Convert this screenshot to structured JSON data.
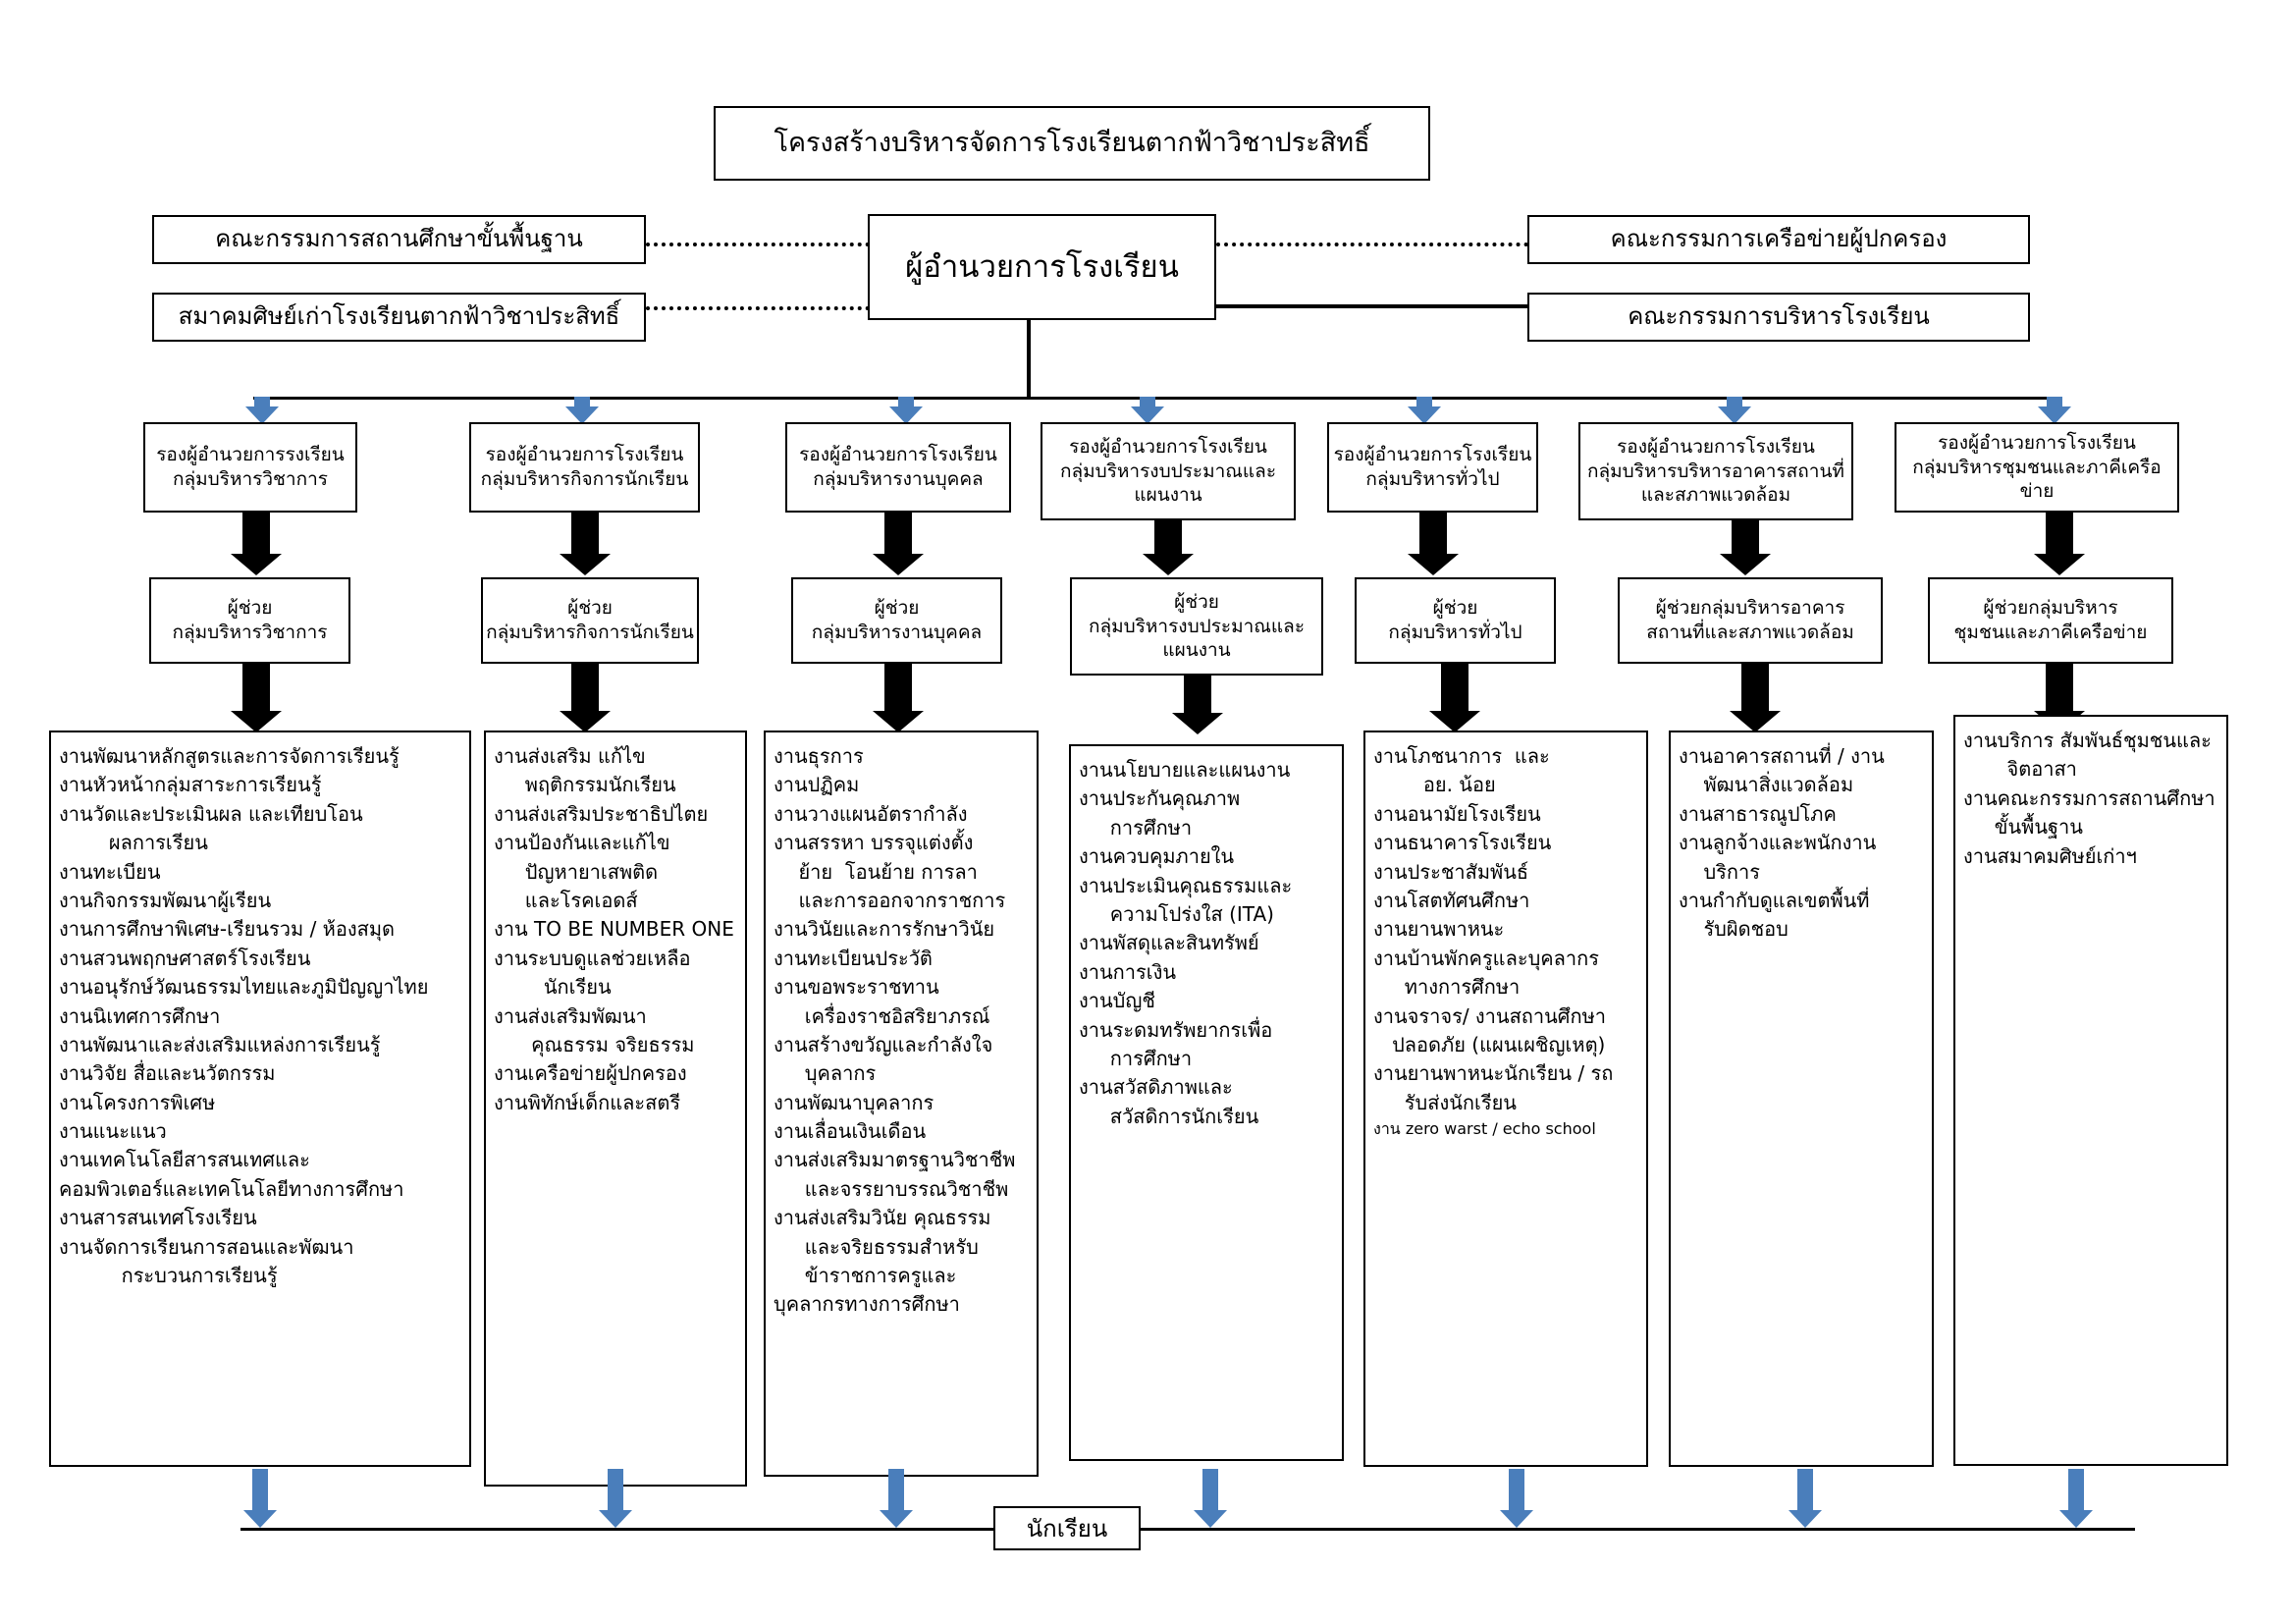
{
  "title": "โครงสร้างบริหารจัดการโรงเรียนตากฟ้าวิชาประสิทธิ์",
  "director": "ผู้อำนวยการโรงเรียน",
  "left_boards": [
    "คณะกรรมการสถานศึกษาขั้นพื้นฐาน",
    "สมาคมศิษย์เก่าโรงเรียนตากฟ้าวิชาประสิทธิ์"
  ],
  "right_boards": [
    "คณะกรรมการเครือข่ายผู้ปกครอง",
    "คณะกรรมการบริหารโรงเรียน"
  ],
  "bottom": {
    "student_label": "นักเรียน"
  },
  "columns": [
    {
      "deputy": [
        "รองผู้อำนวยการรงเรียน",
        "กลุ่มบริหารวิชาการ"
      ],
      "assistant": [
        "ผู้ช่วย",
        "กลุ่มบริหารวิชาการ"
      ],
      "works": [
        "งานพัฒนาหลักสูตรและการจัดการเรียนรู้",
        "งานหัวหน้ากลุ่มสาระการเรียนรู้",
        "งานวัดและประเมินผล และเทียบโอน\n        ผลการเรียน",
        "งานทะเบียน",
        "งานกิจกรรมพัฒนาผู้เรียน",
        "งานการศึกษาพิเศษ-เรียนรวม / ห้องสมุด",
        "งานสวนพฤกษศาสตร์โรงเรียน",
        "งานอนุรักษ์วัฒนธรรมไทยและภูมิปัญญาไทย",
        "งานนิเทศการศึกษา",
        "งานพัฒนาและส่งเสริมแหล่งการเรียนรู้",
        "งานวิจัย สื่อและนวัตกรรม",
        "งานโครงการพิเศษ",
        "งานแนะแนว",
        "งานเทคโนโลยีสารสนเทศและ",
        "คอมพิวเตอร์และเทคโนโลยีทางการศึกษา",
        "งานสารสนเทศโรงเรียน",
        "งานจัดการเรียนการสอนและพัฒนา\n          กระบวนการเรียนรู้"
      ]
    },
    {
      "deputy": [
        "รองผู้อำนวยการโรงเรียน",
        "กลุ่มบริหารกิจการนักเรียน"
      ],
      "assistant": [
        "ผู้ช่วย",
        "กลุ่มบริหารกิจการนักเรียน"
      ],
      "works": [
        "งานส่งเสริม แก้ไข\n     พฤติกรรมนักเรียน",
        "งานส่งเสริมประชาธิปไตย",
        "งานป้องกันและแก้ไข\n     ปัญหายาเสพติด\n     และโรคเอดส์",
        "งาน TO BE NUMBER ONE",
        "งานระบบดูแลช่วยเหลือ\n        นักเรียน",
        "งานส่งเสริมพัฒนา\n      คุณธรรม จริยธรรม",
        "งานเครือข่ายผู้ปกครอง",
        "งานพิทักษ์เด็กและสตรี"
      ]
    },
    {
      "deputy": [
        "รองผู้อำนวยการโรงเรียน",
        "กลุ่มบริหารงานบุคคล"
      ],
      "assistant": [
        "ผู้ช่วย",
        "กลุ่มบริหารงานบุคคล"
      ],
      "works": [
        "งานธุรการ",
        "งานปฏิคม",
        "งานวางแผนอัตรากำลัง",
        "งานสรรหา บรรจุแต่งตั้ง\n    ย้าย  โอนย้าย การลา\n    และการออกจากราชการ",
        "งานวินัยและการรักษาวินัย",
        "งานทะเบียนประวัติ",
        "งานขอพระราชทาน\n     เครื่องราชอิสริยาภรณ์",
        "งานสร้างขวัญและกำลังใจ\n     บุคลากร",
        "งานพัฒนาบุคลากร",
        "งานเลื่อนเงินเดือน",
        "งานส่งเสริมมาตรฐานวิชาชีพ\n     และจรรยาบรรณวิชาชีพ",
        "งานส่งเสริมวินัย คุณธรรม\n     และจริยธรรมสำหรับ\n     ข้าราชการครูและ\nบุคลากรทางการศึกษา"
      ]
    },
    {
      "deputy": [
        "รองผู้อำนวยการโรงเรียน",
        "กลุ่มบริหารงบประมาณและ",
        "แผนงาน"
      ],
      "assistant": [
        "ผู้ช่วย",
        "กลุ่มบริหารงบประมาณและ",
        "แผนงาน"
      ],
      "works": [
        "งานนโยบายและแผนงาน",
        "งานประกันคุณภาพ\n     การศึกษา",
        "งานควบคุมภายใน",
        "งานประเมินคุณธรรมและ\n     ความโปร่งใส (ITA)",
        "งานพัสดุและสินทรัพย์",
        "งานการเงิน",
        "งานบัญชี",
        "งานระดมทรัพยากรเพื่อ\n     การศึกษา",
        "งานสวัสดิภาพและ\n     สวัสดิการนักเรียน"
      ]
    },
    {
      "deputy": [
        "รองผู้อำนวยการโรงเรียน",
        "กลุ่มบริหารทั่วไป"
      ],
      "assistant": [
        "ผู้ช่วย",
        "กลุ่มบริหารทั่วไป"
      ],
      "works": [
        "งานโภชนาการ  และ\n        อย. น้อย",
        "งานอนามัยโรงเรียน",
        "งานธนาคารโรงเรียน",
        "งานประชาสัมพันธ์",
        "งานโสตทัศนศึกษา",
        "งานยานพาหนะ",
        "งานบ้านพักครูและบุคลากร\n     ทางการศึกษา",
        "งานจราจร/ งานสถานศึกษา\n   ปลอดภัย (แผนเผชิญเหตุ)",
        "งานยานพาหนะนักเรียน / รถ\n     รับส่งนักเรียน",
        "งาน zero warst / echo school"
      ],
      "small_last": true
    },
    {
      "deputy": [
        "รองผู้อำนวยการโรงเรียน",
        "กลุ่มบริหารบริหารอาคารสถานที่",
        "และสภาพแวดล้อม"
      ],
      "assistant": [
        "ผู้ช่วยกลุ่มบริหารอาคาร",
        "สถานที่และสภาพแวดล้อม"
      ],
      "works": [
        "งานอาคารสถานที่ / งาน\n    พัฒนาสิ่งแวดล้อม",
        "งานสาธารณูปโภค",
        "งานลูกจ้างและพนักงาน\n    บริการ",
        "งานกำกับดูแลเขตพื้นที่\n    รับผิดชอบ"
      ]
    },
    {
      "deputy": [
        "รองผู้อำนวยการโรงเรียน",
        "กลุ่มบริหารชุมชนและภาคีเครือข่าย"
      ],
      "assistant": [
        "ผู้ช่วยกลุ่มบริหาร",
        "ชุมชนและภาคีเครือข่าย"
      ],
      "works": [
        "งานบริการ สัมพันธ์ชุมชนและ\n       จิตอาสา",
        "งานคณะกรรมการสถานศึกษา\n     ขั้นพื้นฐาน",
        "งานสมาคมศิษย์เก่าฯ"
      ]
    }
  ],
  "colors": {
    "arrow_blue": "#4A7EBB",
    "arrow_black": "#000000",
    "border": "#000000",
    "background": "#FFFFFF"
  }
}
